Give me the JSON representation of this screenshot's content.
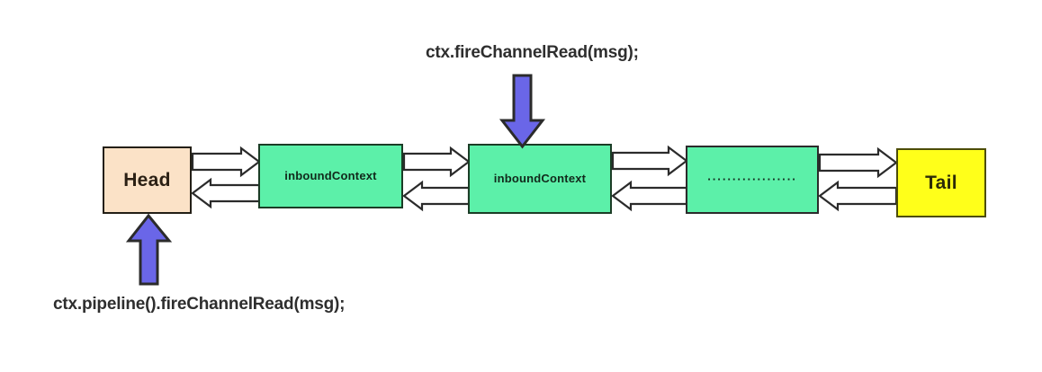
{
  "diagram": {
    "title_top": "ctx.fireChannelRead(msg);",
    "title_bottom": "ctx.pipeline().fireChannelRead(msg);",
    "colors": {
      "head_fill": "#fbe2c7",
      "head_border": "#231f16",
      "context_fill": "#5cf0a9",
      "context_border": "#1b3d26",
      "tail_fill": "#ffff1a",
      "tail_border": "#4d4d08",
      "flow_arrow_fill": "#ffffff",
      "flow_arrow_stroke": "#2b2b2b",
      "call_arrow_fill": "#6a66e8",
      "call_arrow_stroke": "#2b2b2b",
      "background": "#ffffff",
      "text": "#2e2e2e"
    },
    "nodes": [
      {
        "id": "head",
        "label": "Head"
      },
      {
        "id": "inbound-context-1",
        "label": "inboundContext"
      },
      {
        "id": "inbound-context-2",
        "label": "inboundContext"
      },
      {
        "id": "ellipsis",
        "label": "··················"
      },
      {
        "id": "tail",
        "label": "Tail"
      }
    ],
    "call_arrows": [
      {
        "id": "fire-channel-read",
        "direction": "down",
        "target": "inbound-context-2"
      },
      {
        "id": "pipeline-fire-channel-read",
        "direction": "up",
        "target": "head"
      }
    ],
    "flow_arrows": [
      {
        "from": "head",
        "to": "inbound-context-1",
        "direction": "right"
      },
      {
        "from": "inbound-context-1",
        "to": "head",
        "direction": "left"
      },
      {
        "from": "inbound-context-1",
        "to": "inbound-context-2",
        "direction": "right"
      },
      {
        "from": "inbound-context-2",
        "to": "inbound-context-1",
        "direction": "left"
      },
      {
        "from": "inbound-context-2",
        "to": "ellipsis",
        "direction": "right"
      },
      {
        "from": "ellipsis",
        "to": "inbound-context-2",
        "direction": "left"
      },
      {
        "from": "ellipsis",
        "to": "tail",
        "direction": "right"
      },
      {
        "from": "tail",
        "to": "ellipsis",
        "direction": "left"
      }
    ]
  }
}
